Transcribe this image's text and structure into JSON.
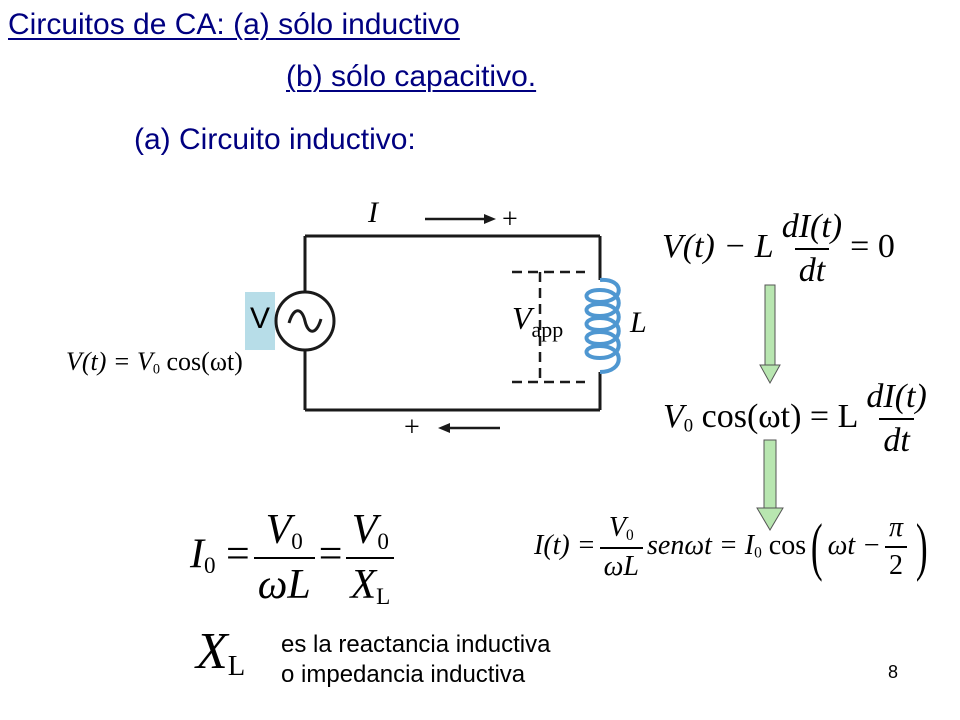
{
  "title": {
    "line1": "Circuitos de CA: (a) sólo inductivo",
    "line2": "(b) sólo capacitivo."
  },
  "subtitle": "(a) Circuito inductivo:",
  "circuit": {
    "current_label": "I",
    "plus_top": "+",
    "plus_bottom": "+",
    "source_label": "V",
    "source_symbol": "~",
    "vapp_main": "V",
    "vapp_sub": "app",
    "inductor_label": "L",
    "colors": {
      "wire": "#1a1a1a",
      "coil": "#4f97d1",
      "source_highlight": "#b7dde8"
    }
  },
  "equations": {
    "source": {
      "lhs": "V(t) = V",
      "sub": "0",
      "rhs": "cos(ωt)"
    },
    "kirchhoff": {
      "lhs": "V(t) − L",
      "num": "dI(t)",
      "den": "dt",
      "rhs": "= 0"
    },
    "step2": {
      "lhs": "V",
      "sub": "0",
      "mid": "cos(ωt) = L",
      "num": "dI(t)",
      "den": "dt"
    },
    "current": {
      "lhs": "I(t) =",
      "num": "V",
      "num_sub": "0",
      "den": "ωL",
      "mid": "senωt = I",
      "mid_sub": "0",
      "cos": "cos",
      "inner": "ωt −",
      "pi_num": "π",
      "pi_den": "2"
    },
    "amplitude": {
      "lhs": "I",
      "lhs_sub": "0",
      "eq1": "=",
      "f1_num": "V",
      "f1_num_sub": "0",
      "f1_den": "ωL",
      "eq2": "=",
      "f2_num": "V",
      "f2_num_sub": "0",
      "f2_den": "X",
      "f2_den_sub": "L"
    },
    "reactance_symbol": {
      "main": "X",
      "sub": "L"
    }
  },
  "caption": {
    "line1": "es la reactancia inductiva",
    "line2": "o impedancia inductiva"
  },
  "arrows": {
    "color": "#b8e6b0",
    "stroke": "#555555"
  },
  "page_number": "8"
}
